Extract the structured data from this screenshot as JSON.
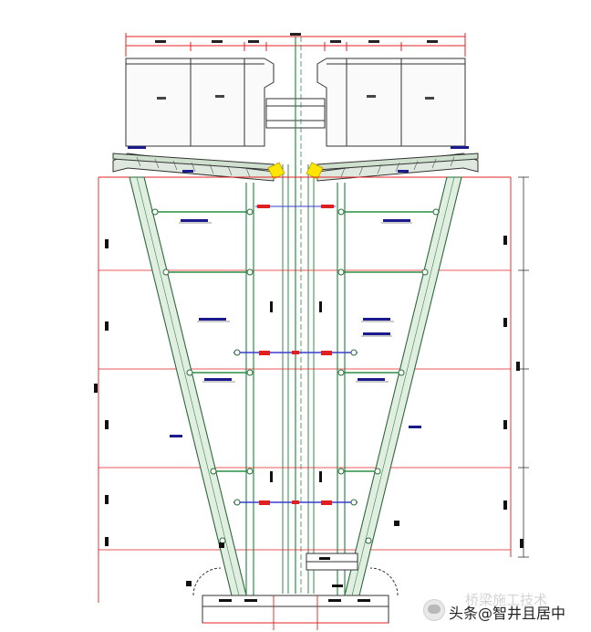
{
  "title": "",
  "watermark": {
    "prefix": "头条",
    "at": "@",
    "author": "智井且居中",
    "faded_text": "桥梁施工技术"
  },
  "colors": {
    "line_green": "#2a8f45",
    "line_red": "#e02020",
    "line_blue": "#3b3bd0",
    "label_blue": "#1a1a8c",
    "highlight_yellow": "#ffe600",
    "dim_black": "#111111"
  }
}
